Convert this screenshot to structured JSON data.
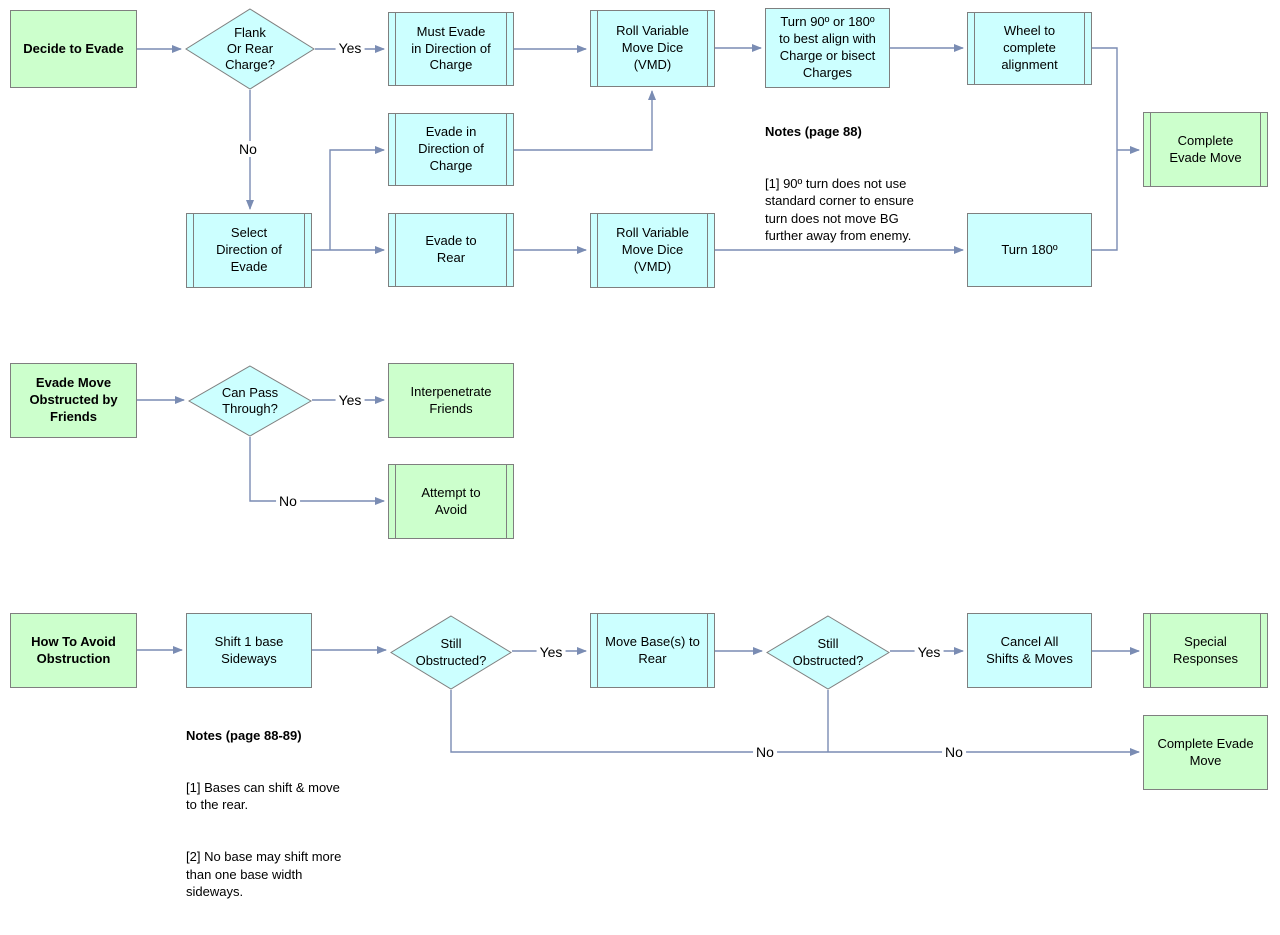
{
  "labels": {
    "yes": "Yes",
    "no": "No"
  },
  "colors": {
    "process_fill": "#ccffff",
    "terminal_fill": "#ccffcc",
    "border": "#7f7f7f",
    "arrow": "#7a8cb3"
  },
  "flow1": {
    "decide": "Decide to Evade",
    "flank": "Flank\nOr Rear\nCharge?",
    "must_evade": "Must Evade\nin Direction of\nCharge",
    "roll_vmd_1": "Roll Variable\nMove Dice\n(VMD)",
    "turn_90": "Turn 90º or 180º\nto best align with\nCharge or bisect\nCharges",
    "wheel": "Wheel to complete\nalignment",
    "complete": "Complete\nEvade Move",
    "select_dir": "Select\nDirection of\nEvade",
    "evade_dir": "Evade in\nDirection of\nCharge",
    "evade_rear": "Evade to\nRear",
    "roll_vmd_2": "Roll Variable\nMove Dice\n(VMD)",
    "turn_180": "Turn 180º",
    "notes_title": "Notes (page 88)",
    "notes_body": "[1] 90º turn does not use\nstandard corner to ensure\nturn does not move BG\nfurther away from enemy."
  },
  "flow2": {
    "header": "Evade Move\nObstructed by\nFriends",
    "can_pass": "Can Pass\nThrough?",
    "interpenetrate": "Interpenetrate\nFriends",
    "attempt_avoid": "Attempt to\nAvoid"
  },
  "flow3": {
    "header": "How To Avoid\nObstruction",
    "shift": "Shift 1 base\nSideways",
    "still_1": "Still\nObstructed?",
    "move_rear": "Move Base(s) to\nRear",
    "still_2": "Still\nObstructed?",
    "cancel": "Cancel All\nShifts & Moves",
    "special": "Special\nResponses",
    "complete": "Complete Evade\nMove",
    "notes_title": "Notes (page 88-89)",
    "notes_b1": "[1] Bases can shift & move\nto the rear.",
    "notes_b2": "[2] No base may shift more\nthan one base width\nsideways."
  }
}
